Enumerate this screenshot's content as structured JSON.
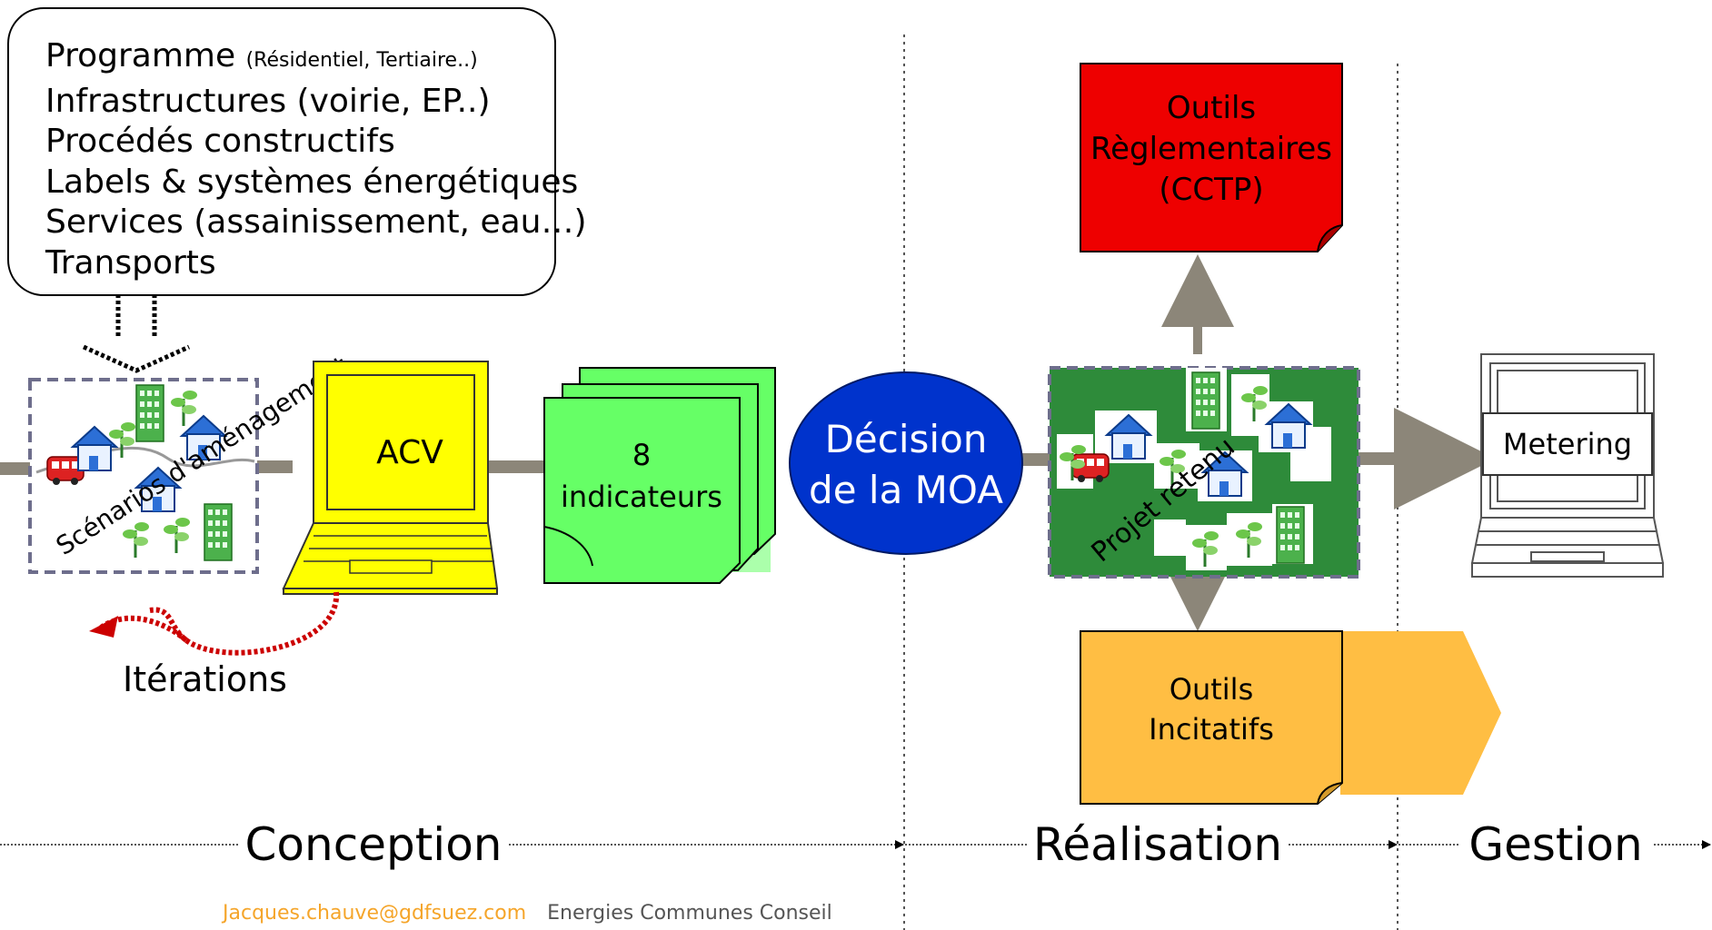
{
  "programme": {
    "title": "Programme",
    "title_note": "(Résidentiel, Tertiaire..)",
    "items": [
      "Infrastructures (voirie, EP..)",
      "Procédés constructifs",
      "Labels & systèmes énergétiques",
      "Services (assainissement, eau…)",
      "Transports"
    ]
  },
  "scenarios_label": "Scénarios d'aménagement",
  "acv_label": "ACV",
  "indicators": {
    "line1": "8",
    "line2": "indicateurs"
  },
  "iterations_label": "Itérations",
  "decision": {
    "line1": "Décision",
    "line2": "de la MOA"
  },
  "projet_label": "Projet retenu",
  "outils_reglementaires": {
    "line1": "Outils",
    "line2": "Règlementaires",
    "line3": "(CCTP)"
  },
  "outils_incitatifs": {
    "line1": "Outils",
    "line2": "Incitatifs"
  },
  "metering_label": "Metering",
  "phases": {
    "conception": "Conception",
    "realisation": "Réalisation",
    "gestion": "Gestion"
  },
  "footer": {
    "email": "Jacques.chauve@gdfsuez.com",
    "org": "Energies Communes Conseil"
  },
  "colors": {
    "acv_yellow": "#ffff00",
    "indicator_green": "#66ff66",
    "decision_blue": "#0033cc",
    "reglementaires_red": "#ee0000",
    "incitatifs_orange": "#ffbe43",
    "projet_green": "#2e8b3a",
    "flow_grey": "#8c8679",
    "iteration_red": "#cc0000"
  }
}
